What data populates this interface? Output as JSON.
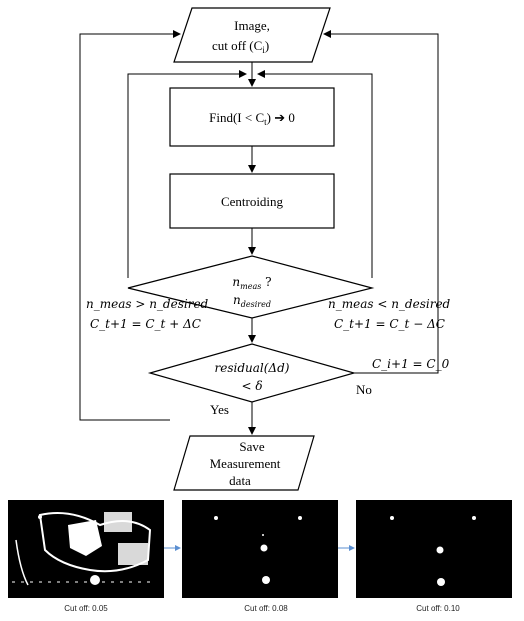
{
  "flowchart": {
    "input": {
      "line1": "Image,",
      "line2": "cut off (C",
      "line2_sub": "i",
      "line2_end": ")"
    },
    "find": {
      "text": "Find(I < C",
      "sub": "t",
      "end": ") ➔ 0"
    },
    "centroid": {
      "text": "Centroiding"
    },
    "compare": {
      "top": "n",
      "top_sub": "meas",
      "top_q": " ?",
      "bottom": "n",
      "bottom_sub": "desired"
    },
    "left_branch": {
      "line1": "n_meas > n_desired",
      "line2": "C_t+1 = C_t + ΔC"
    },
    "right_branch": {
      "line1": "n_meas < n_desired",
      "line2": "C_t+1 = C_t − ΔC"
    },
    "residual": {
      "line1": "residual(Δd)",
      "line2": "< δ"
    },
    "reset": {
      "text": "C_i+1 = C_0"
    },
    "no_label": "No",
    "yes_label": "Yes",
    "output": {
      "line1": "Save",
      "line2": "Measurement",
      "line3": "data"
    }
  },
  "images": [
    {
      "caption": "Cut off: 0.05"
    },
    {
      "caption": "Cut off: 0.08"
    },
    {
      "caption": "Cut off: 0.10"
    }
  ]
}
